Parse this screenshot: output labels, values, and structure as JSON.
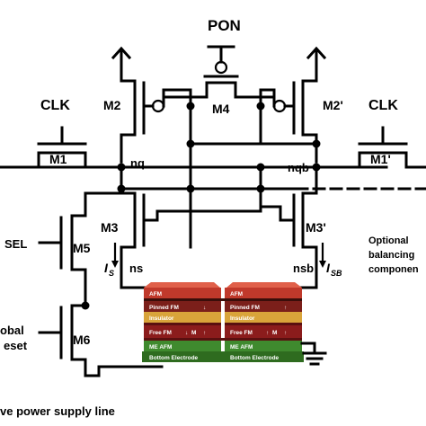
{
  "signals": {
    "clk_left": "CLK",
    "clk_right": "CLK",
    "pon": "PON",
    "sel": "SEL",
    "global_reset_1": "obal",
    "global_reset_2": "eset"
  },
  "transistors": {
    "m1": "M1",
    "m1p": "M1'",
    "m2": "M2",
    "m2p": "M2'",
    "m3": "M3",
    "m3p": "M3'",
    "m4": "M4",
    "m5": "M5",
    "m6": "M6"
  },
  "nodes": {
    "nq": "nq",
    "nqb": "nqb",
    "ns": "ns",
    "nsb": "nsb",
    "is": "I",
    "is_sub": "S",
    "isb": "I",
    "isb_sub": "SB"
  },
  "notes": {
    "optional_1": "Optional",
    "optional_2": "balancing",
    "optional_3": "componen",
    "supply": "ve power supply line"
  },
  "mtj_layers": {
    "afm": "AFM",
    "pinned_fm": "Pinned FM",
    "insulator": "Insulator",
    "free_fm": "Free FM",
    "me_afm": "ME AFM",
    "bottom_electrode": "Bottom Electrode",
    "m_marker": "M"
  },
  "colors": {
    "afm": "#c0392b",
    "pinned_fm": "#7b1f1a",
    "insulator": "#d9a43a",
    "free_fm": "#8b1c1c",
    "me_afm": "#3f8a2e",
    "bottom_electrode": "#2e6b1f"
  }
}
